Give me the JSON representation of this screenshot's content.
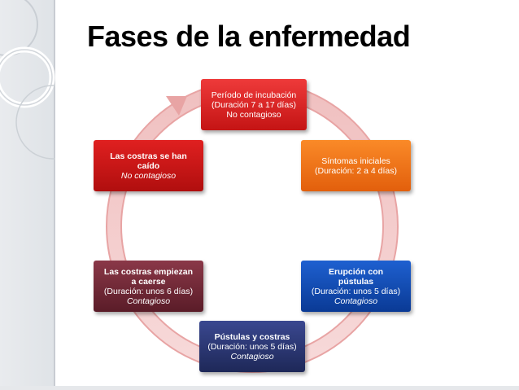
{
  "title": "Fases de la enfermedad",
  "colors": {
    "incubacion": "#d92424",
    "sintomas": "#f07318",
    "erupcion": "#1447b5",
    "pustulas": "#2c3670",
    "empiezan": "#732a38",
    "caido": "#c81616",
    "ring": "#f3c8c8"
  },
  "stages": {
    "incubacion": {
      "l1": "Período de incubación",
      "l2": "(Duración 7 a 17 días)",
      "l3": "No contagioso"
    },
    "sintomas": {
      "l1": "Síntomas iniciales",
      "l2": "(Duración: 2 a 4 días)"
    },
    "erupcion": {
      "l1": "Erupción con",
      "l2": "pústulas",
      "l3": "(Duración: unos 5 días)",
      "l4": "Contagioso"
    },
    "pustulas": {
      "l1": "Pústulas y costras",
      "l2": "(Duración: unos 5 días)",
      "l3": "Contagioso"
    },
    "empiezan": {
      "l1": "Las costras empiezan",
      "l2": "a caerse",
      "l3": "(Duración: unos 6 días)",
      "l4": "Contagioso"
    },
    "caido": {
      "l1": "Las costras se han",
      "l2": "caído",
      "l3": "No contagioso"
    }
  }
}
